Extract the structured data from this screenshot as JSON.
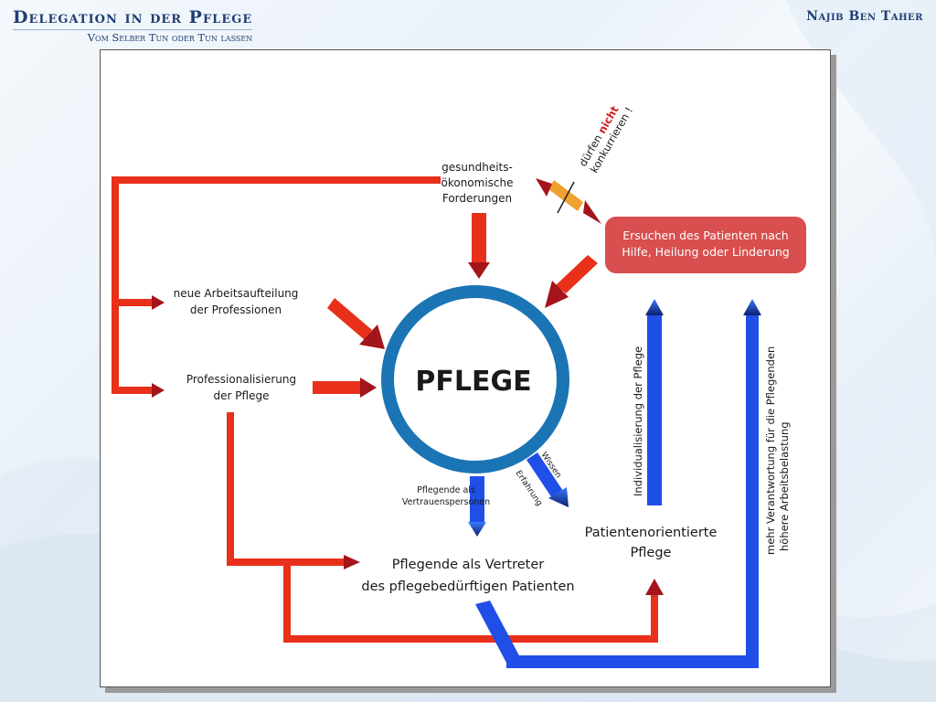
{
  "header": {
    "title": "Delegation in der Pflege",
    "subtitle": "Vom Selber Tun oder Tun lassen",
    "author": "Najib Ben Taher"
  },
  "diagram": {
    "center": "PFLEGE",
    "gesundheit": [
      "gesundheits-",
      "ökonomische",
      "Forderungen"
    ],
    "arbeitsaufteilung": [
      "neue Arbeitsaufteilung",
      "der Professionen"
    ],
    "professionalisierung": [
      "Professionalisierung",
      "der Pflege"
    ],
    "ersuchen": [
      "Ersuchen des Patienten nach",
      "Hilfe, Heilung oder Linderung"
    ],
    "konkurrieren_1": "dürfen",
    "konkurrieren_nicht": "nicht",
    "konkurrieren_2": "konkurrieren !",
    "vertrauen": [
      "Pflegende als",
      "Vertrauenspersonen"
    ],
    "wissen": "Wissen",
    "erfahrung": "Erfahrung",
    "vertreter": [
      "Pflegende als Vertreter",
      "des pflegebedürftigen Patienten"
    ],
    "patientenorientiert": [
      "Patientenorientierte",
      "Pflege"
    ],
    "individualisierung": "Individualisierung der Pflege",
    "verantwortung": [
      "mehr Verantwortung für die Pflegenden",
      "höhere Arbeitsbelastung"
    ]
  },
  "colors": {
    "red": "#e8301a",
    "dark_red": "#a3151a",
    "blue": "#1f4fe6",
    "circle_blue": "#1b74b4",
    "orange": "#f0a030",
    "box_red": "#d94e4e",
    "navy": "#1f3e73"
  }
}
